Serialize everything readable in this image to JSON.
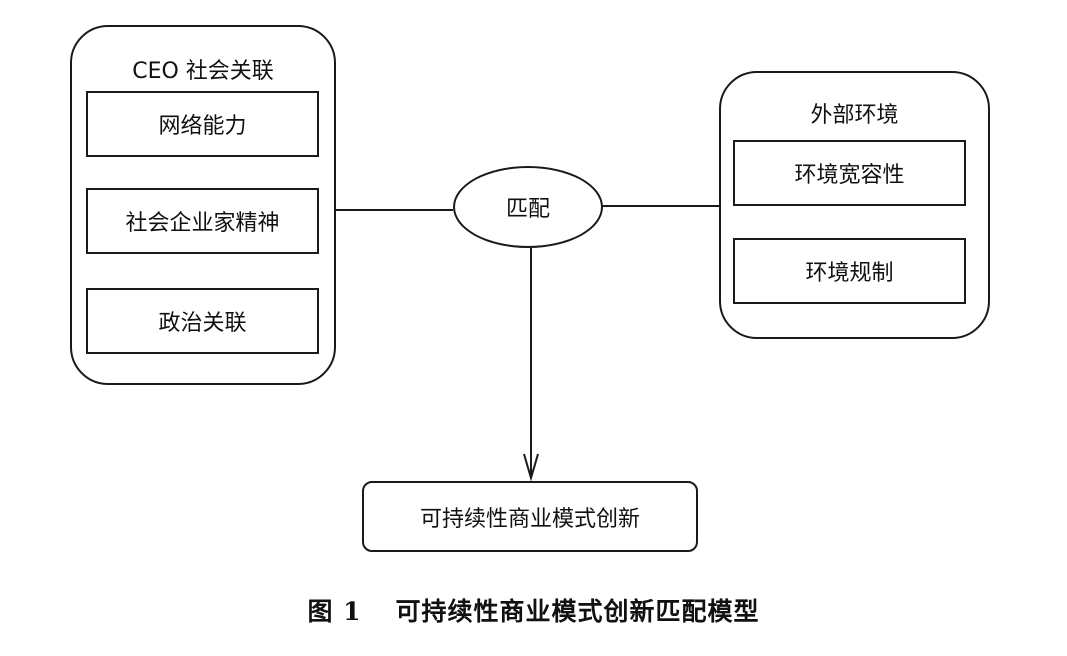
{
  "left_group": {
    "title": "CEO 社会关联",
    "items": [
      "网络能力",
      "社会企业家精神",
      "政治关联"
    ]
  },
  "right_group": {
    "title": "外部环境",
    "items": [
      "环境宽容性",
      "环境规制"
    ]
  },
  "center": {
    "label": "匹配"
  },
  "outcome": {
    "label": "可持续性商业模式创新"
  },
  "caption": {
    "number": "图 1",
    "text": "可持续性商业模式创新匹配模型"
  }
}
